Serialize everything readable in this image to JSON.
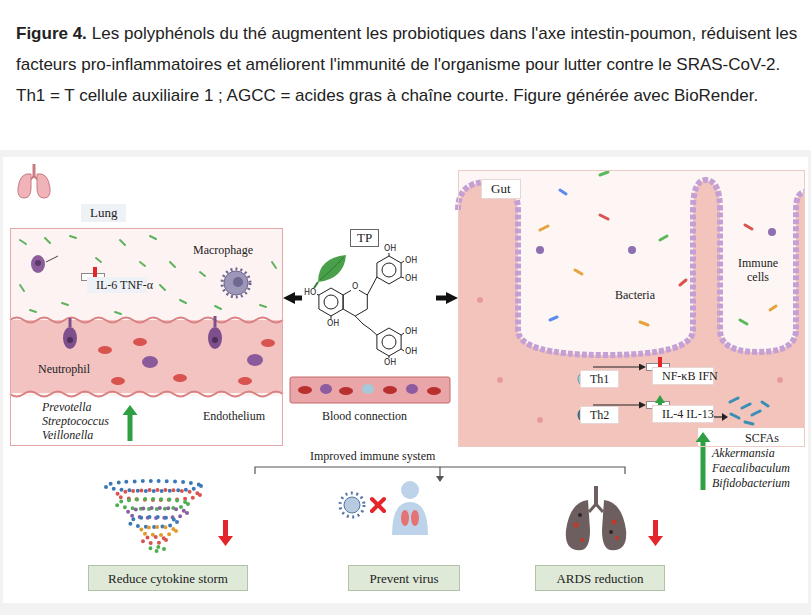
{
  "diagram": {
    "title": "Figure 4.",
    "caption": "Les polyphénols du thé augmentent les probiotiques dans l'axe intestin-poumon, réduisent les facteurs pro-inflammatoires et améliorent l'immunité de l'organisme pour lutter contre le SRAS-CoV-2. Th1 = T cellule auxiliaire 1 ; AGCC = acides gras à chaîne courte. Figure générée avec BioRender.",
    "nodes": [
      {
        "text": [
          "Lung"
        ]
      },
      {
        "text": [
          "IL-6 TNF-α"
        ],
        "in": 0
      },
      {
        "text": [
          "TP"
        ]
      },
      {
        "text": [
          "Gut"
        ]
      },
      {
        "text": [
          "Th1"
        ],
        "in": 3
      },
      {
        "text": [
          "NF-κB IFN"
        ],
        "in": 3
      },
      {
        "text": [
          "Th2"
        ],
        "in": 3
      },
      {
        "text": [
          "IL-4 IL-13"
        ],
        "in": 3
      },
      {
        "text": [
          "Reduce cytokine storm"
        ]
      },
      {
        "text": [
          "Prevent virus"
        ]
      },
      {
        "text": [
          "ARDS reduction"
        ]
      }
    ],
    "edges": [
      {
        "from": 2,
        "to": 0,
        "arrow": "to"
      },
      {
        "from": 2,
        "to": 3,
        "arrow": "to"
      },
      {
        "from": 4,
        "to": 5,
        "arrow": "to"
      },
      {
        "from": 6,
        "to": 7,
        "arrow": "to"
      }
    ],
    "labels": [
      "Macrophage",
      "Neutrophil",
      "Endothelium",
      "Prevotella",
      "Streptococcus",
      "Veillonella",
      "Blood connection",
      "Improved immune system",
      "Bacteria",
      "Immune cells",
      "SCFAs",
      "Akkermansia",
      "Faecalibaculum",
      "Bifidobacterium",
      "OH",
      "OH",
      "OH",
      "OH",
      "OH",
      "OH",
      "HO",
      "OH",
      "O"
    ]
  }
}
